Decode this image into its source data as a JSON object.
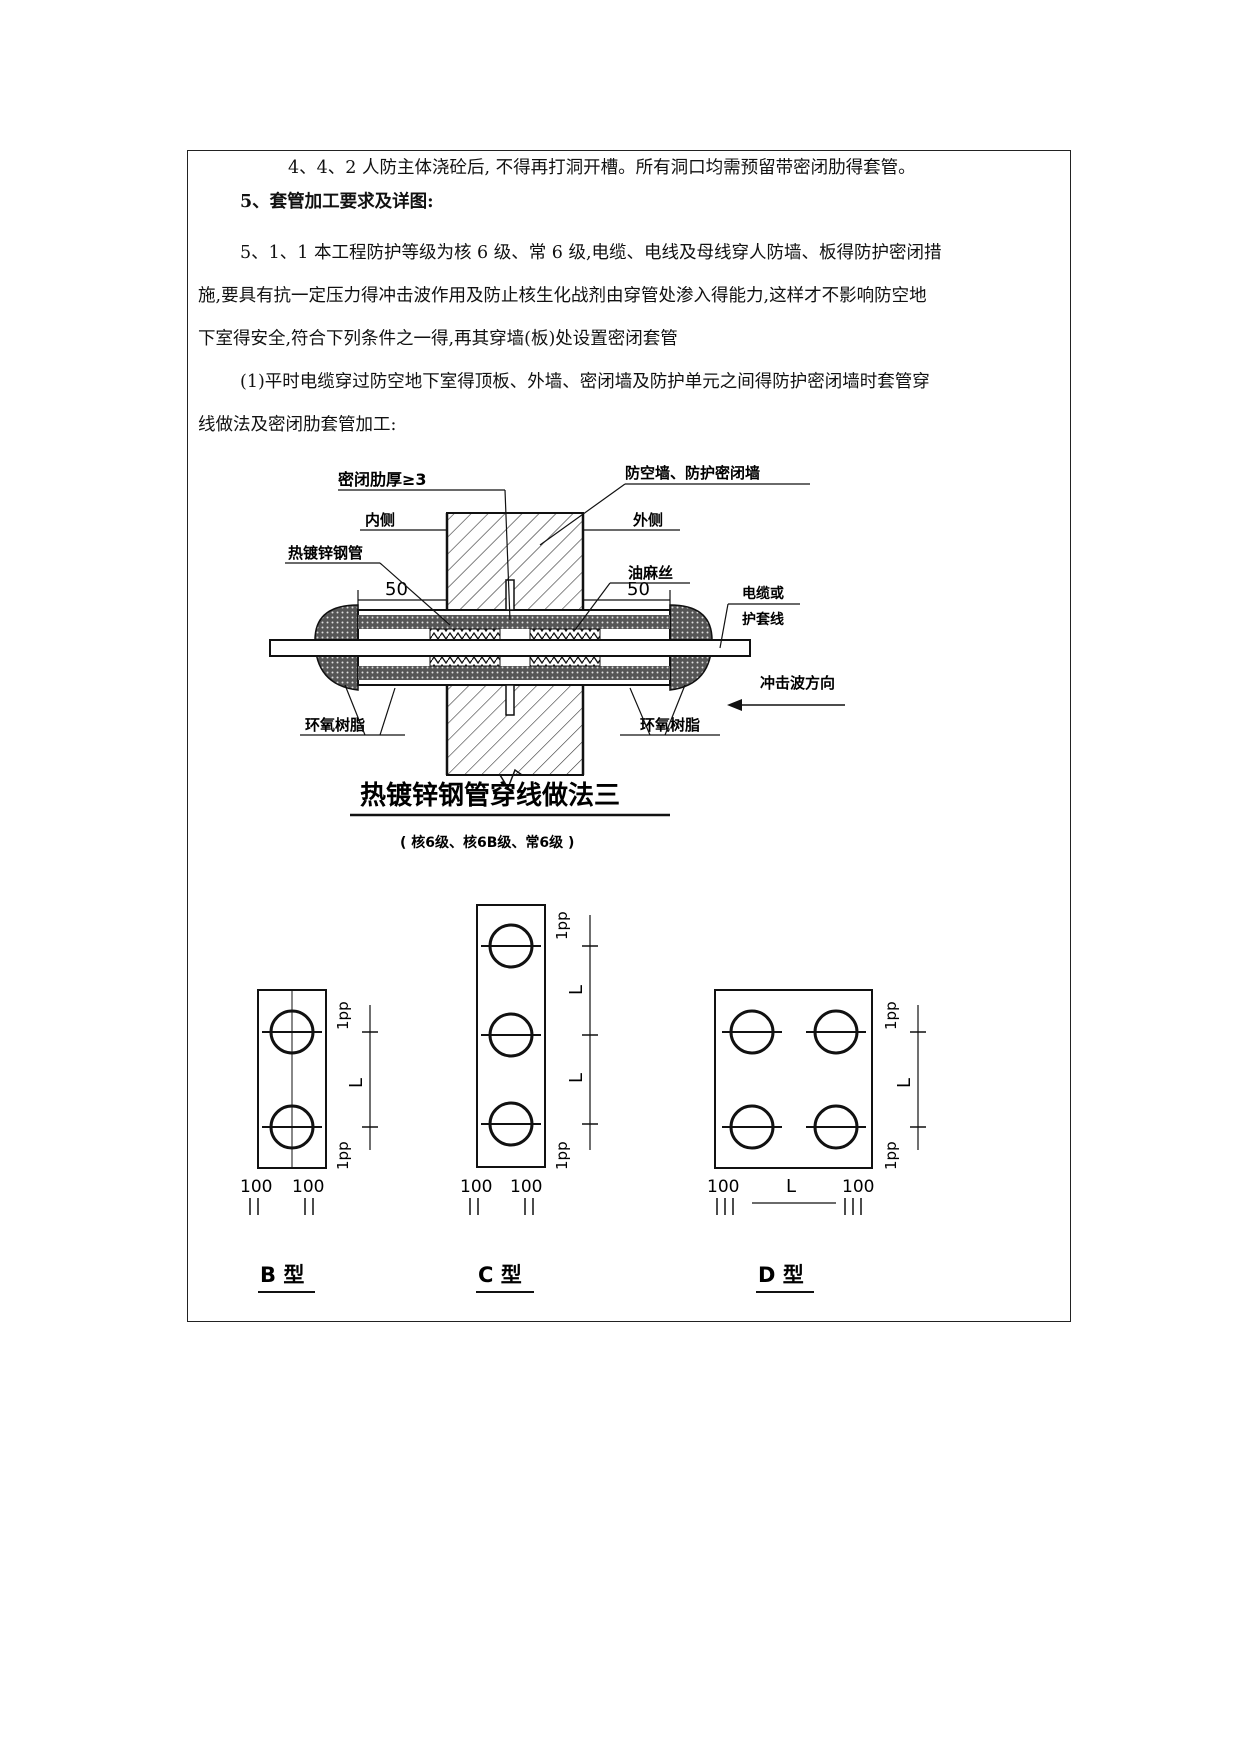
{
  "text": {
    "l1": "4、4、2 人防主体浇砼后, 不得再打洞开槽。所有洞口均需预留带密闭肋得套管。",
    "heading": "5、套管加工要求及详图:",
    "p1a": "5、1、1  本工程防护等级为核 6 级、常 6 级,电缆、电线及母线穿人防墙、板得防护密闭措",
    "p1b": "施,要具有抗一定压力得冲击波作用及防止核生化战剂由穿管处渗入得能力,这样才不影响防空地",
    "p1c": "下室得安全,符合下列条件之一得,再其穿墙(板)处设置密闭套管",
    "p2a": "(1)平时电缆穿过防空地下室得顶板、外墙、密闭墙及防护单元之间得防护密闭墙时套管穿",
    "p2b": "线做法及密闭肋套管加工:"
  },
  "figure1": {
    "rib_thickness": "密闭肋厚≥3",
    "wall_label": "防空墙、防护密闭墙",
    "inner_side": "内侧",
    "outer_side": "外侧",
    "galvanized_pipe": "热镀锌钢管",
    "oil_hemp": "油麻丝",
    "dim_left": "50",
    "dim_right": "50",
    "cable_a": "电缆或",
    "cable_b": "护套线",
    "shock_dir": "冲击波方向",
    "epoxy_left": "环氧树脂",
    "epoxy_right": "环氧树脂",
    "title": "热镀锌钢管穿线做法三",
    "subtitle": "( 核6级、核6B级、常6级 )"
  },
  "figure2": {
    "b_label": "B 型",
    "c_label": "C 型",
    "d_label": "D 型",
    "dim_100": "100",
    "dim_L": "L",
    "dim_1pp": "1pp"
  }
}
